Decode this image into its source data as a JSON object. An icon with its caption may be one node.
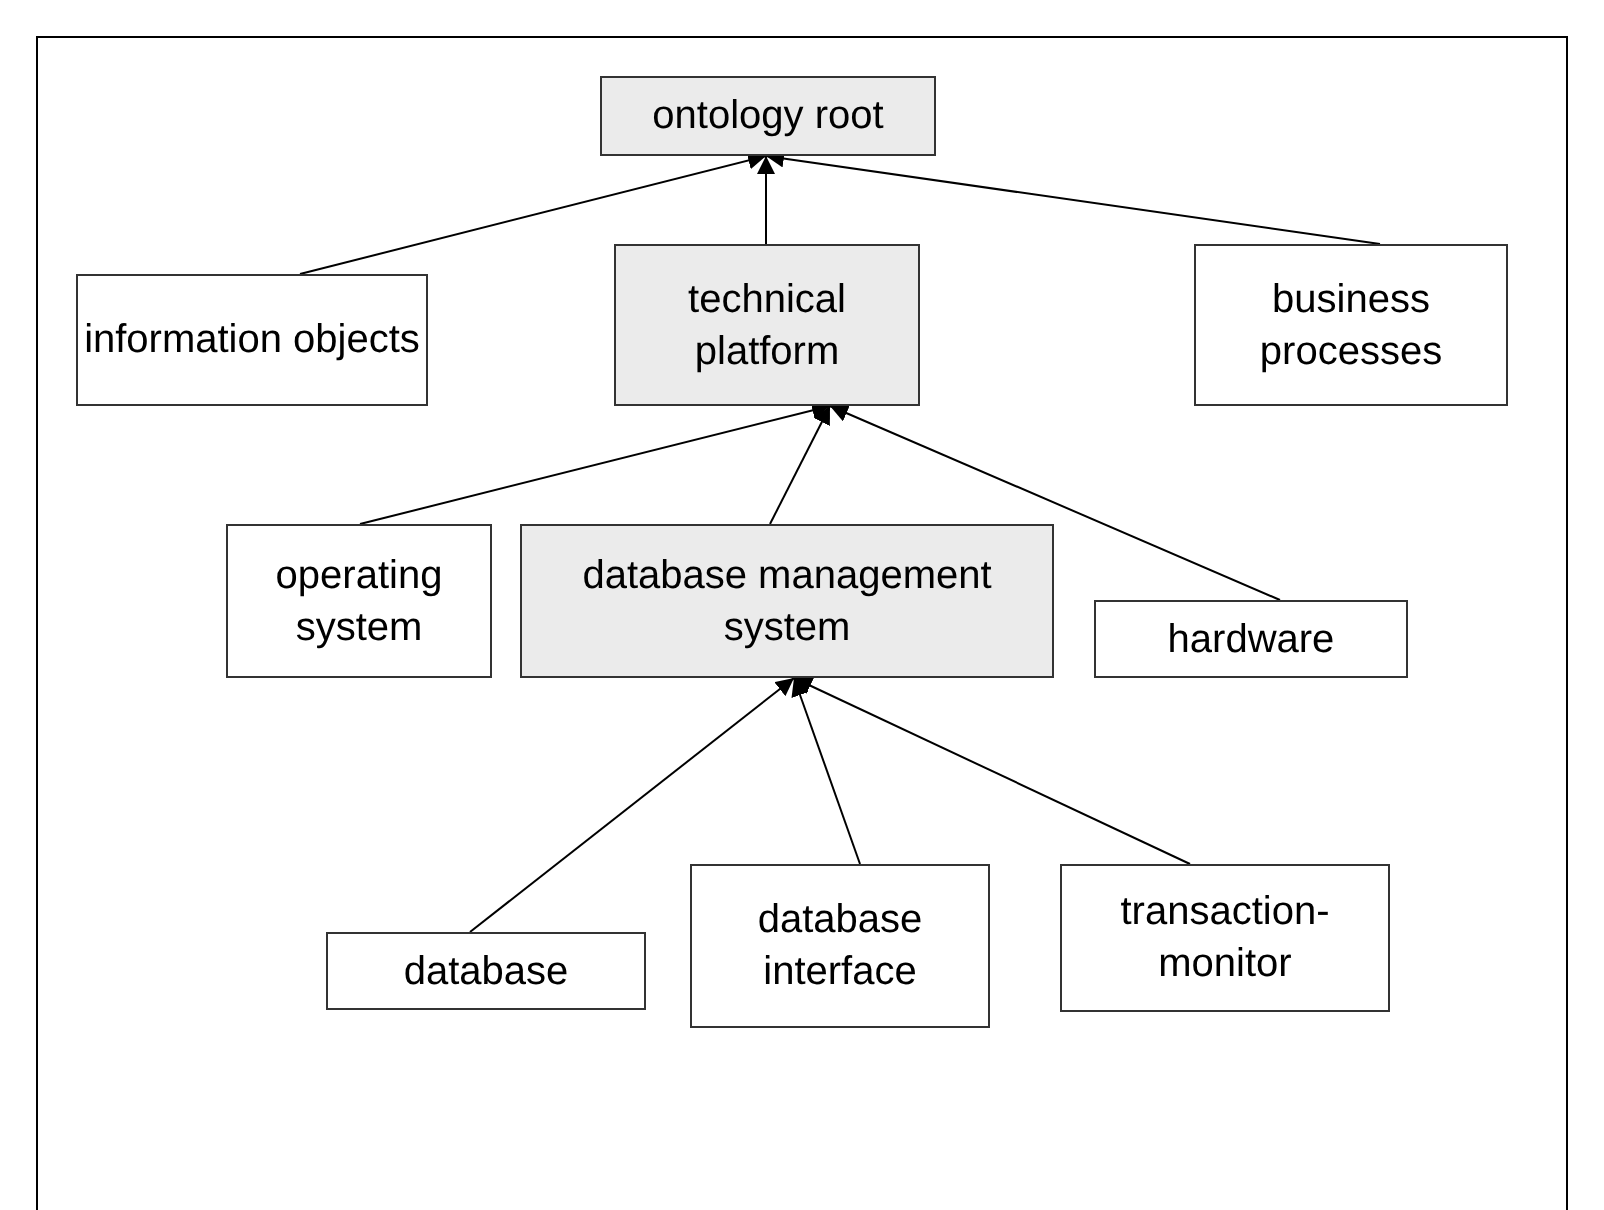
{
  "diagram": {
    "nodes": [
      {
        "text": [
          "ontology root"
        ]
      },
      {
        "text": [
          "information objects"
        ]
      },
      {
        "text": [
          "technical platform"
        ]
      },
      {
        "text": [
          "business processes"
        ]
      },
      {
        "text": [
          "operating system"
        ]
      },
      {
        "text": [
          "database management system"
        ]
      },
      {
        "text": [
          "hardware"
        ]
      },
      {
        "text": [
          "database"
        ]
      },
      {
        "text": [
          "database interface"
        ]
      },
      {
        "text": [
          "transaction-monitor"
        ]
      }
    ],
    "edges": [
      {
        "from": 1,
        "to": 0,
        "arrow": "to"
      },
      {
        "from": 2,
        "to": 0,
        "arrow": "to"
      },
      {
        "from": 3,
        "to": 0,
        "arrow": "to"
      },
      {
        "from": 4,
        "to": 2,
        "arrow": "to"
      },
      {
        "from": 5,
        "to": 2,
        "arrow": "to"
      },
      {
        "from": 6,
        "to": 2,
        "arrow": "to"
      },
      {
        "from": 7,
        "to": 5,
        "arrow": "to"
      },
      {
        "from": 8,
        "to": 5,
        "arrow": "to"
      },
      {
        "from": 9,
        "to": 5,
        "arrow": "to"
      }
    ]
  }
}
